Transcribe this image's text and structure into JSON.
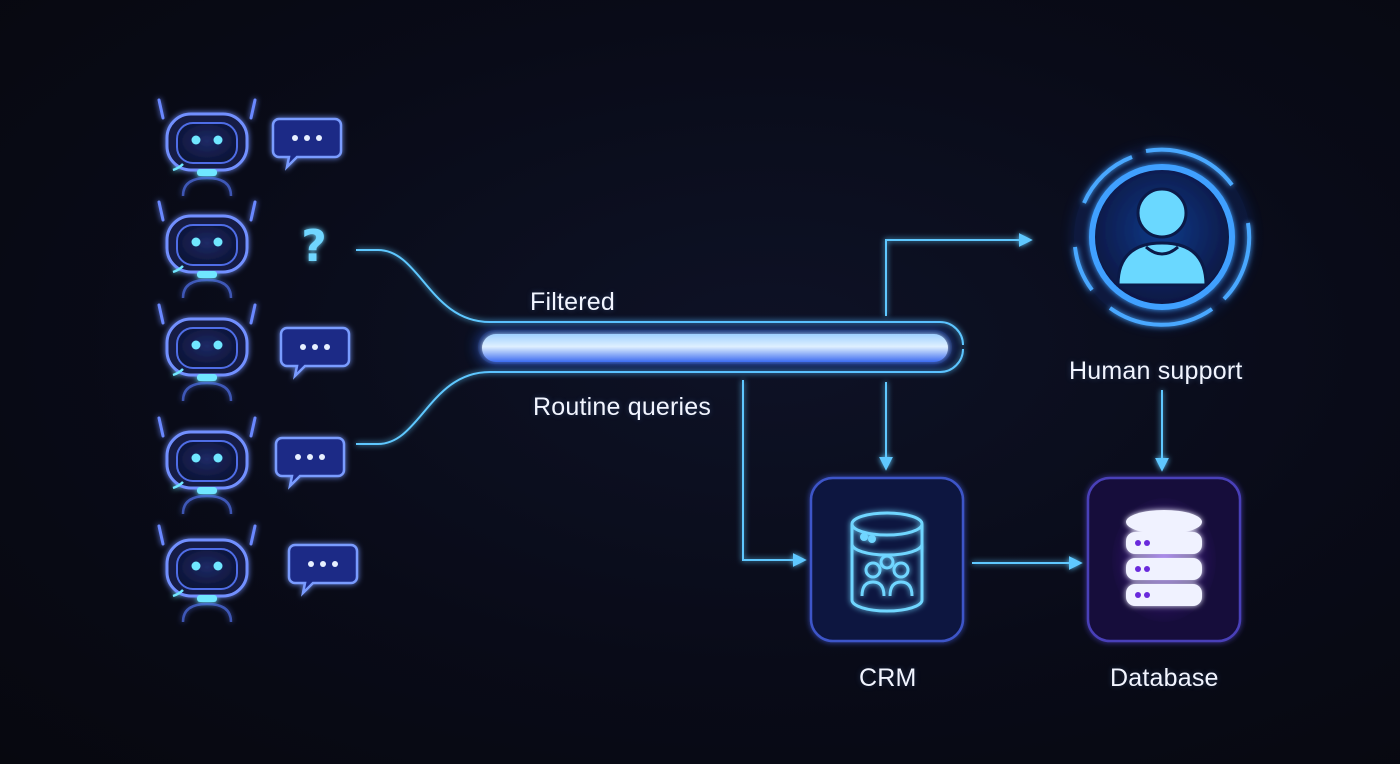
{
  "labels": {
    "filtered": "Filtered",
    "routine": "Routine queries",
    "human": "Human support",
    "crm": "CRM",
    "database": "Database"
  },
  "bots": [
    {
      "bubble": "dots"
    },
    {
      "bubble": "question",
      "text": "?"
    },
    {
      "bubble": "dots"
    },
    {
      "bubble": "dots"
    },
    {
      "bubble": "dots"
    }
  ],
  "icons": {
    "bot": "chatbot-icon",
    "human": "person-icon",
    "crm": "database-people-icon",
    "database": "database-icon"
  },
  "colors": {
    "background": "#090b18",
    "accent": "#4fc3f7",
    "bot_blue": "#5b7cff",
    "bar_glow": "#6aa8ff",
    "database_purple": "#8a3dff"
  }
}
